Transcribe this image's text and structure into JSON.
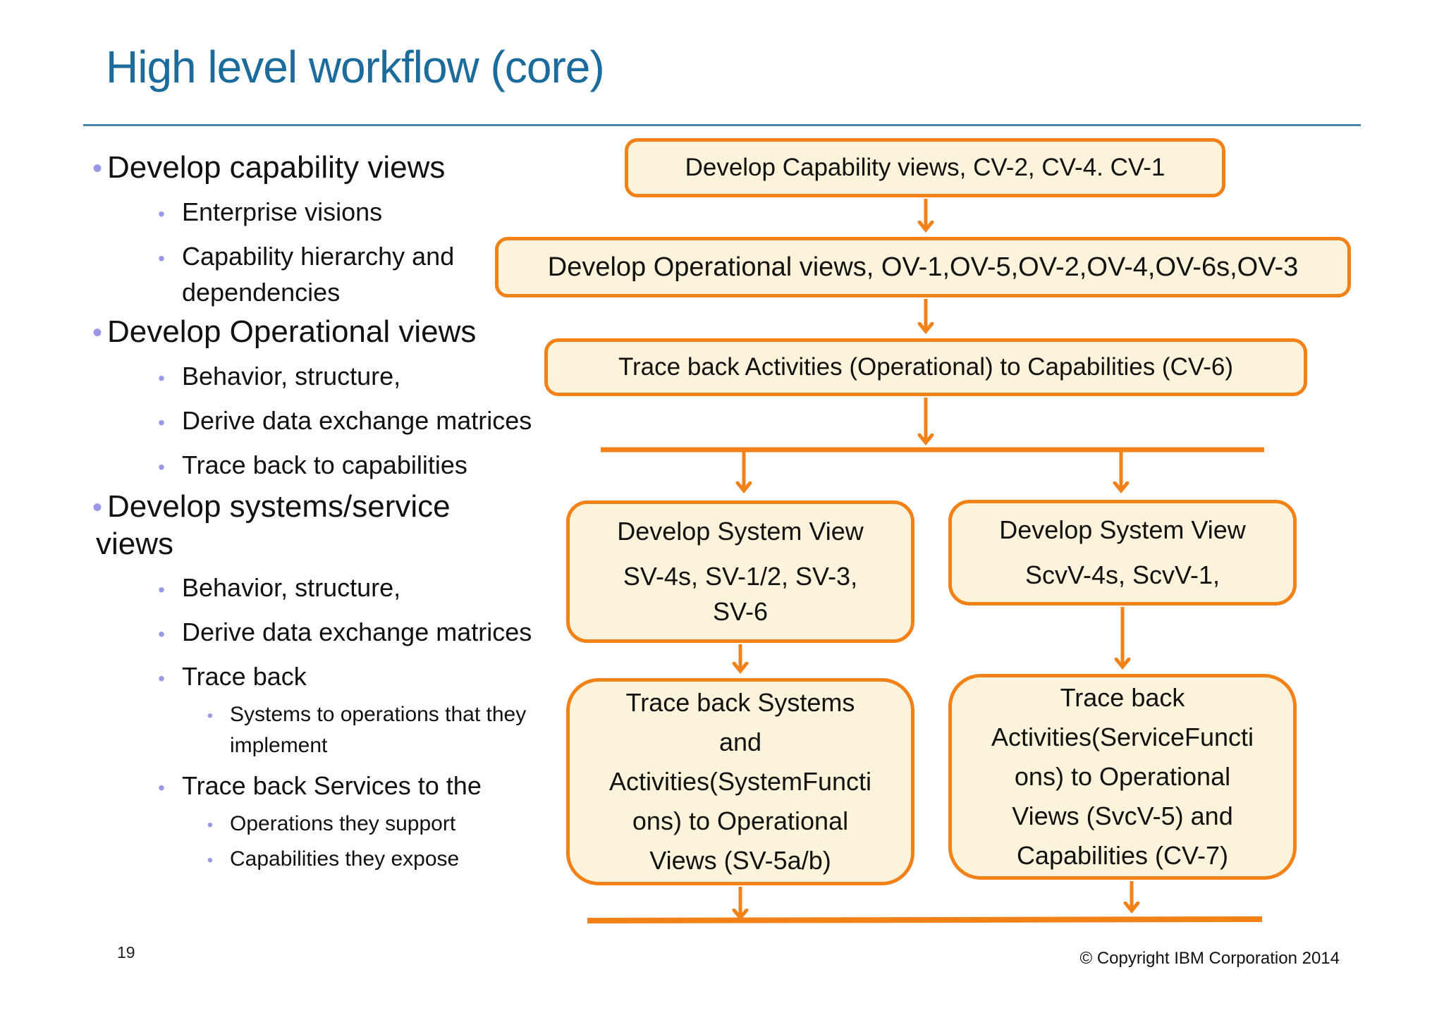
{
  "slide": {
    "title": "High level workflow (core)",
    "page_number": "19",
    "copyright": "© Copyright IBM Corporation 2014"
  },
  "colors": {
    "title_blue": "#1b6c9c",
    "rule_blue": "#4b87ad",
    "flow_orange": "#f28118",
    "box_fill_cream": "#fbf4db",
    "bullet_purple": "#9999e8",
    "text_black": "#111111"
  },
  "outline": {
    "items": [
      {
        "level": 1,
        "lines": [
          "Develop capability views"
        ]
      },
      {
        "level": 2,
        "lines": [
          "Enterprise visions"
        ]
      },
      {
        "level": 2,
        "lines": [
          "Capability hierarchy and",
          "dependencies"
        ]
      },
      {
        "level": 1,
        "lines": [
          "Develop Operational views"
        ]
      },
      {
        "level": 2,
        "lines": [
          "Behavior, structure,"
        ]
      },
      {
        "level": 2,
        "lines": [
          "Derive data exchange matrices"
        ]
      },
      {
        "level": 2,
        "lines": [
          "Trace back to capabilities"
        ]
      },
      {
        "level": 1,
        "lines": [
          "Develop systems/service",
          "views"
        ]
      },
      {
        "level": 2,
        "lines": [
          "Behavior, structure,"
        ]
      },
      {
        "level": 2,
        "lines": [
          "Derive data exchange matrices"
        ]
      },
      {
        "level": 2,
        "lines": [
          "Trace back"
        ]
      },
      {
        "level": 3,
        "lines": [
          "Systems to operations that they",
          "implement"
        ]
      },
      {
        "level": 2,
        "lines": [
          "Trace back Services to the"
        ]
      },
      {
        "level": 3,
        "lines": [
          "Operations they support"
        ]
      },
      {
        "level": 3,
        "lines": [
          "Capabilities they expose"
        ]
      }
    ],
    "bullet_glyph": "•"
  },
  "flowchart": {
    "boxes": {
      "capability": {
        "text": "Develop Capability views, CV-2, CV-4. CV-1"
      },
      "operational": {
        "text": "Develop Operational views, OV-1,OV-5,OV-2,OV-4,OV-6s,OV-3"
      },
      "trace_cv6": {
        "text": "Trace back Activities (Operational) to Capabilities (CV-6)"
      },
      "system_sv": {
        "title": "Develop System View",
        "lines": [
          "SV-4s, SV-1/2, SV-3,",
          "SV-6"
        ]
      },
      "system_scv": {
        "title": "Develop System View",
        "lines": [
          "ScvV-4s, ScvV-1,"
        ]
      },
      "trace_sv5": {
        "lines": [
          "Trace back Systems",
          "and",
          "Activities(SystemFuncti",
          "ons) to Operational",
          "Views (SV-5a/b)"
        ]
      },
      "trace_svcv5": {
        "lines": [
          "Trace back",
          "Activities(ServiceFuncti",
          "ons) to Operational",
          "Views (SvcV-5) and",
          "Capabilities (CV-7)"
        ]
      }
    }
  }
}
